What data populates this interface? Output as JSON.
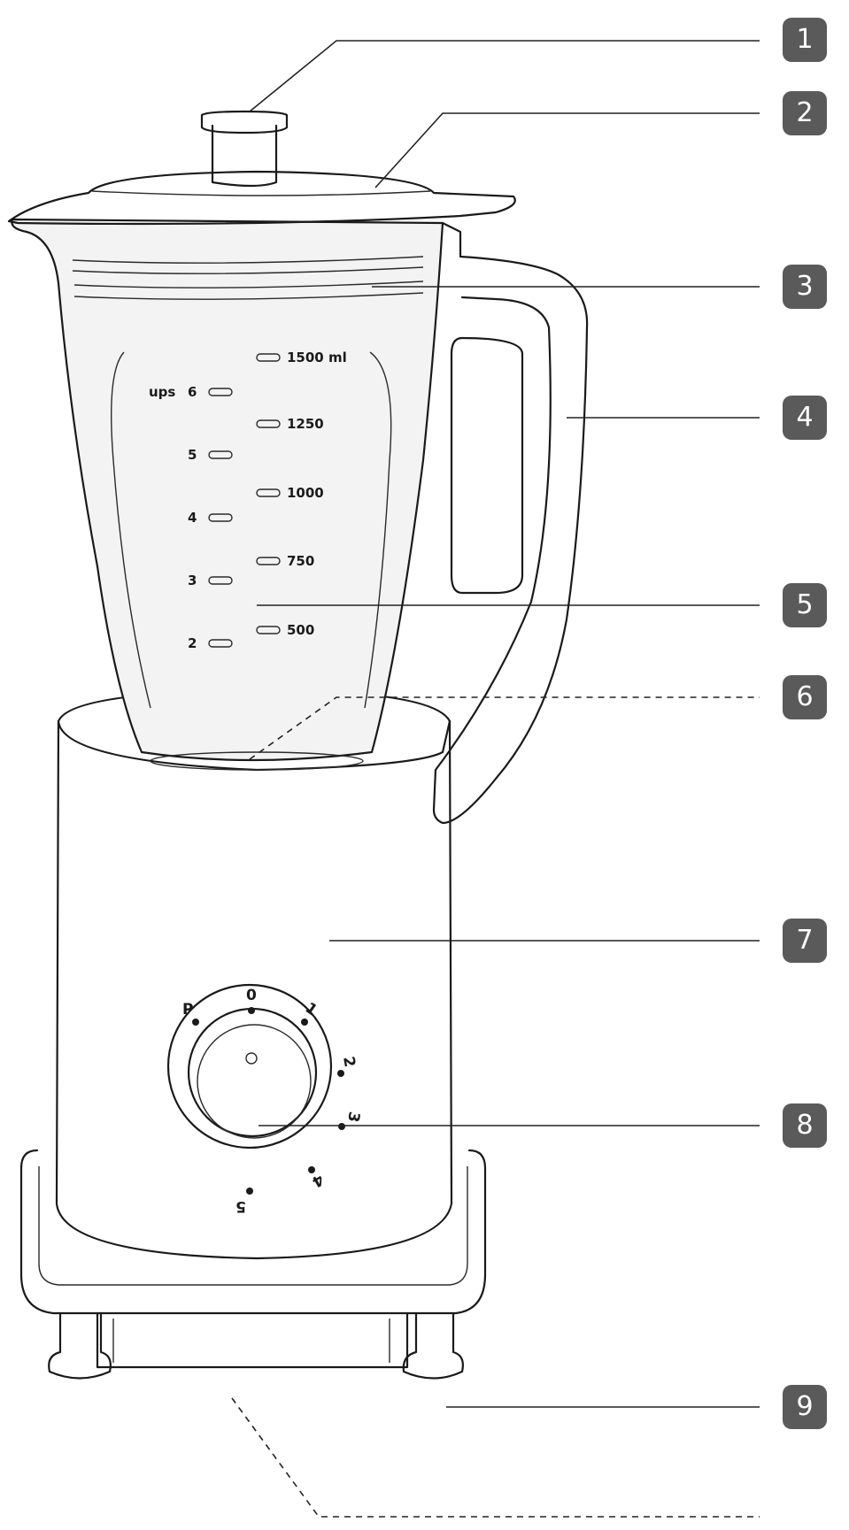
{
  "colors": {
    "badge": "#5a5a5a",
    "line": "#1a1a1a",
    "background": "#ffffff"
  },
  "callouts": [
    "1",
    "2",
    "3",
    "4",
    "5",
    "6",
    "7",
    "8",
    "9"
  ],
  "scale": {
    "cups_label": "ups",
    "cups": [
      "6",
      "5",
      "4",
      "3",
      "2"
    ],
    "ml": [
      "1500 ml",
      "1250",
      "1000",
      "750",
      "500"
    ]
  },
  "dial": {
    "positions": [
      "P",
      "0",
      "1",
      "2",
      "3",
      "4",
      "5"
    ]
  }
}
